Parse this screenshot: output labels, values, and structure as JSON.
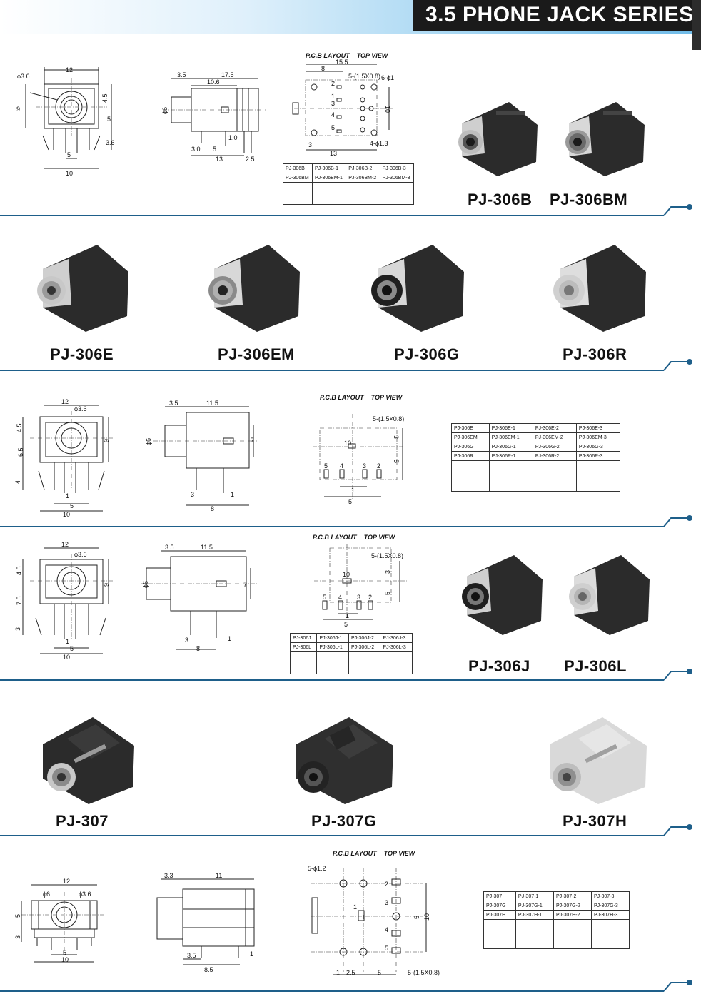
{
  "header": {
    "title": "3.5 PHONE JACK SERIES"
  },
  "pcb_layout": {
    "label": "P.C.B LAYOUT",
    "view": "TOP VIEW"
  },
  "section1": {
    "front_dims": [
      "12",
      "ϕ3.6",
      "9",
      "4.5",
      "5",
      "3.6",
      "5",
      "10"
    ],
    "side_dims": [
      "3.5",
      "17.5",
      "10.6",
      "ϕ6",
      "1.0",
      "3.0",
      "5",
      "13",
      "2.5"
    ],
    "pcb_dims": [
      "15.5",
      "8",
      "5-(1.5X0.8)",
      "6-ϕ1",
      "10",
      "4-ϕ1.3",
      "3",
      "13",
      "2",
      "1",
      "3",
      "4",
      "5"
    ],
    "table": {
      "headers": [
        "PJ-306B",
        "PJ-306B-1",
        "PJ-306B-2",
        "PJ-306B-3"
      ],
      "row2": [
        "PJ-306BM",
        "PJ-306BM-1",
        "PJ-306BM-2",
        "PJ-306BM-3"
      ]
    },
    "labels": [
      "PJ-306B",
      "PJ-306BM"
    ]
  },
  "section2": {
    "labels": [
      "PJ-306E",
      "PJ-306EM",
      "PJ-306G",
      "PJ-306R"
    ]
  },
  "section3": {
    "front_dims": [
      "12",
      "ϕ3.6",
      "4.5",
      "6.5",
      "4",
      "9",
      "1",
      "5",
      "10"
    ],
    "side_dims": [
      "3.5",
      "11.5",
      "ϕ6",
      "7",
      "3",
      "1",
      "8"
    ],
    "pcb_dims": [
      "5-(1.5×0.8)",
      "3",
      "5",
      "5",
      "4",
      "3",
      "2",
      "1",
      "5",
      "10"
    ],
    "table": [
      [
        "PJ-306E",
        "PJ-306E-1",
        "PJ-306E-2",
        "PJ-306E-3"
      ],
      [
        "PJ-306EM",
        "PJ-306EM-1",
        "PJ-306EM-2",
        "PJ-306EM-3"
      ],
      [
        "PJ-306G",
        "PJ-306G-1",
        "PJ-306G-2",
        "PJ-306G-3"
      ],
      [
        "PJ-306R",
        "PJ-306R-1",
        "PJ-306R-2",
        "PJ-306R-3"
      ]
    ]
  },
  "section4": {
    "front_dims": [
      "12",
      "ϕ3.6",
      "4.5",
      "7.5",
      "3",
      "9",
      "1",
      "5",
      "10"
    ],
    "side_dims": [
      "3.5",
      "11.5",
      "ϕ6",
      "7",
      "3",
      "1",
      "8"
    ],
    "pcb_dims": [
      "5-(1.5X0.8)",
      "3",
      "5",
      "5",
      "4",
      "3",
      "2",
      "1",
      "5",
      "10"
    ],
    "table": [
      [
        "PJ-306J",
        "PJ-306J-1",
        "PJ-306J-2",
        "PJ-306J-3"
      ],
      [
        "PJ-306L",
        "PJ-306L-1",
        "PJ-306L-2",
        "PJ-306L-3"
      ]
    ],
    "labels": [
      "PJ-306J",
      "PJ-306L"
    ]
  },
  "section5": {
    "labels": [
      "PJ-307",
      "PJ-307G",
      "PJ-307H"
    ]
  },
  "section6": {
    "front_dims": [
      "12",
      "ϕ6",
      "ϕ3.6",
      "5",
      "3",
      "5",
      "10"
    ],
    "side_dims": [
      "3.3",
      "11",
      "3.5",
      "1",
      "8.5"
    ],
    "pcb_dims": [
      "5-ϕ1.2",
      "2",
      "3",
      "1",
      "4",
      "5",
      "10",
      "5",
      "1",
      "2.5",
      "5",
      "5-(1.5X0.8)"
    ],
    "table": [
      [
        "PJ-307",
        "PJ-307-1",
        "PJ-307-2",
        "PJ-307-3"
      ],
      [
        "PJ-307G",
        "PJ-307G-1",
        "PJ-307G-2",
        "PJ-307G-3"
      ],
      [
        "PJ-307H",
        "PJ-307H-1",
        "PJ-307H-2",
        "PJ-307H-3"
      ]
    ]
  },
  "schematic_pins": [
    "1",
    "2",
    "3",
    "4",
    "5"
  ],
  "colors": {
    "divider": "#1e5f8a",
    "body_dark": "#2b2b2b",
    "body_light": "#d8d8d8",
    "metal": "#b9b9b9"
  }
}
